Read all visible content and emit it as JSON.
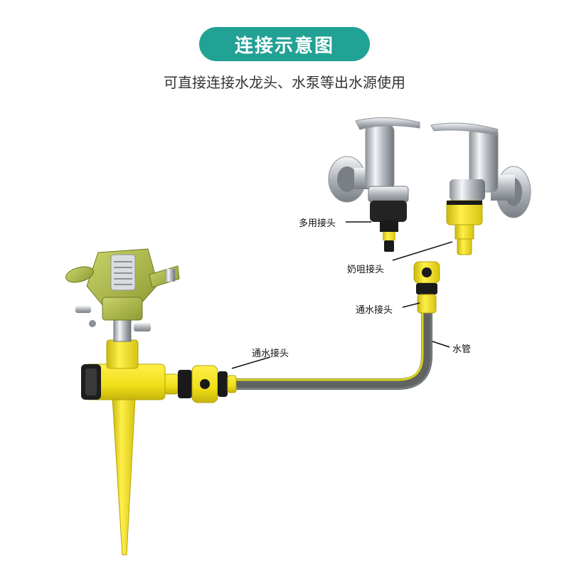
{
  "header": {
    "title": "连接示意图",
    "subtitle": "可直接连接水龙头、水泵等出水源使用"
  },
  "labels": {
    "multi_adapter": "多用接头",
    "nipple_adapter": "奶咀接头",
    "connector_top": "通水接头",
    "hose": "水管",
    "connector_left": "通水接头"
  },
  "colors": {
    "title_bg": "#22a195",
    "connector_yellow": "#f2e21b",
    "connector_black": "#1a1a1a",
    "hose_gray": "#6b6f6e",
    "hose_stripe": "#d8d31a",
    "chrome": "#c9ccd1",
    "sprinkler_green": "#a9b54a"
  }
}
